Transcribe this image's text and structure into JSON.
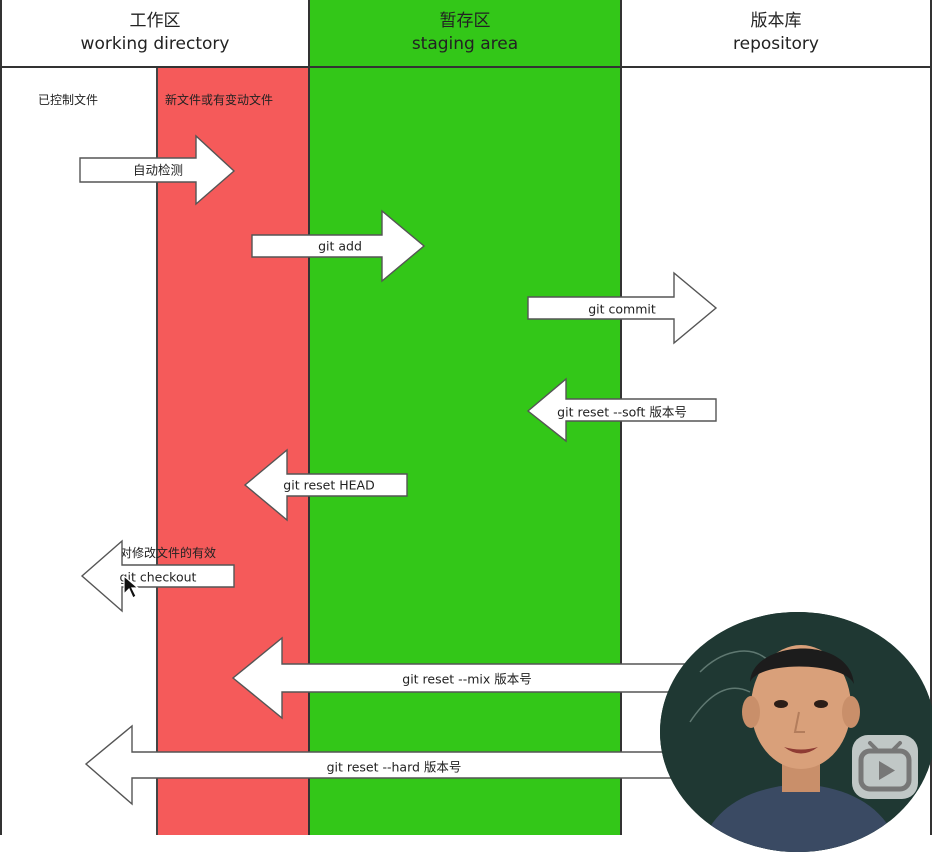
{
  "columns": [
    {
      "title_cn": "工作区",
      "title_en": "working directory",
      "color": "#ffffff"
    },
    {
      "title_cn": "暂存区",
      "title_en": "staging area",
      "color": "#33c718"
    },
    {
      "title_cn": "版本库",
      "title_en": "repository",
      "color": "#ffffff"
    }
  ],
  "sub_zones": {
    "tracked_label": "已控制文件",
    "changed_label": "新文件或有变动文件",
    "changed_color": "#f55a5a"
  },
  "arrows": [
    {
      "label": "自动检测",
      "direction": "right"
    },
    {
      "label": "git add",
      "direction": "right"
    },
    {
      "label": "git commit",
      "direction": "right"
    },
    {
      "label": "git reset --soft 版本号",
      "direction": "left"
    },
    {
      "label": "git reset HEAD",
      "direction": "left"
    },
    {
      "label": "git checkout",
      "direction": "left"
    },
    {
      "label": "git reset --mix 版本号",
      "direction": "left"
    },
    {
      "label": "git reset --hard 版本号",
      "direction": "left"
    }
  ],
  "checkout_note": "对修改文件的有效",
  "overlays": {
    "presenter": "presenter-video-thumbnail",
    "logo_icon": "bilibili-play-icon"
  }
}
